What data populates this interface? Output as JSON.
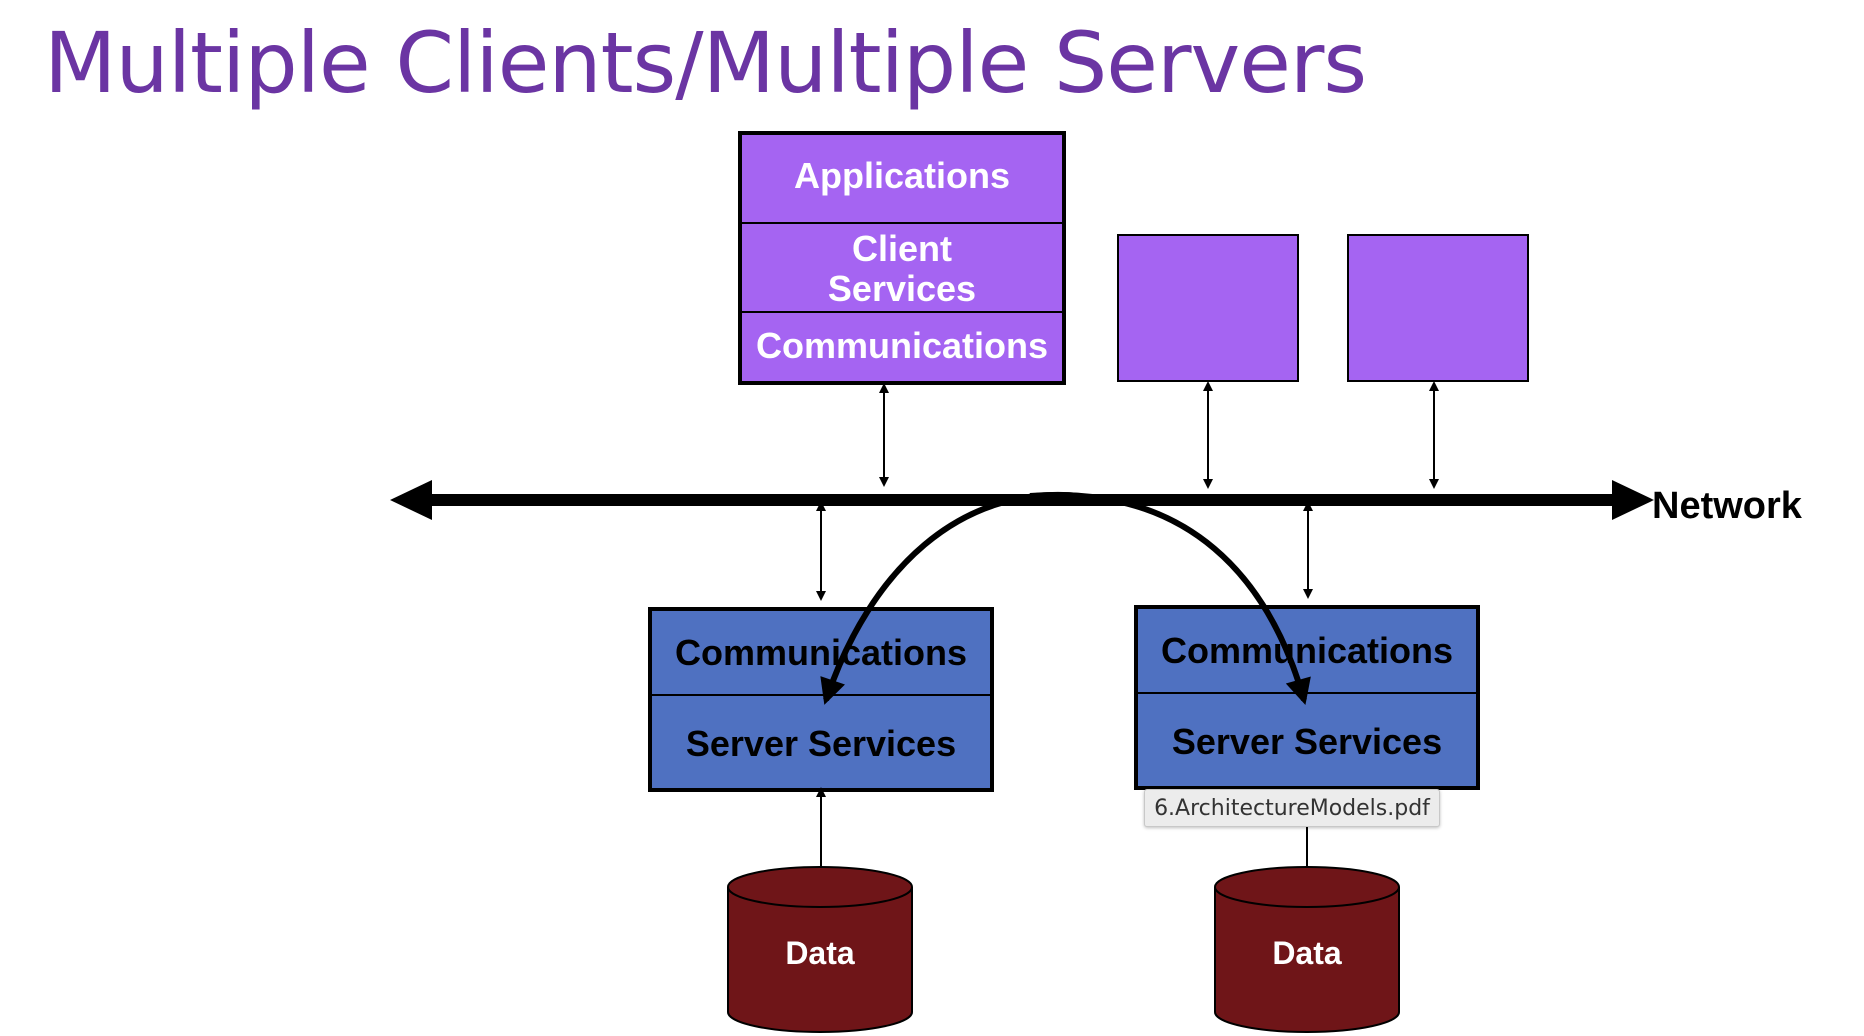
{
  "title": "Multiple Clients/Multiple Servers",
  "client": {
    "layers": [
      "Applications",
      "Client",
      "Services",
      "Communications"
    ]
  },
  "network": {
    "label": "Network"
  },
  "servers": [
    {
      "comm_label": "Communications",
      "services_label": "Server Services",
      "data_label": "Data"
    },
    {
      "comm_label": "Communications",
      "services_label": "Server Services",
      "data_label": "Data"
    }
  ],
  "tooltip": "6.ArchitectureModels.pdf",
  "colors": {
    "title": "#6b35a3",
    "client_fill": "#a564f2",
    "server_fill": "#4f71c1",
    "data_fill": "#6f1518"
  }
}
